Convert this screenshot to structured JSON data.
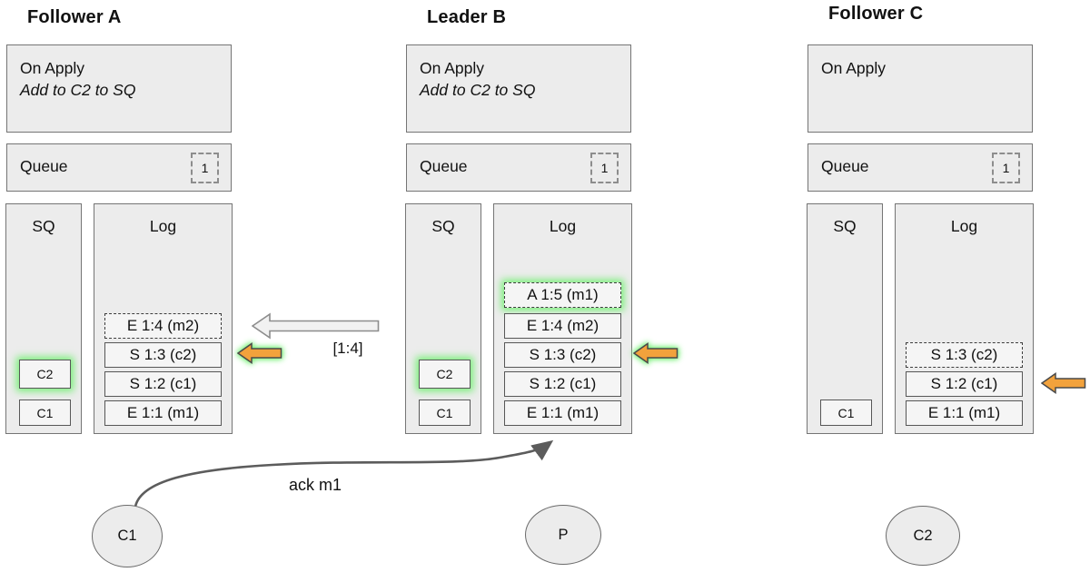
{
  "nodes": [
    {
      "title": "Follower A",
      "on_apply": {
        "title": "On Apply",
        "rule": "Add to C2 to SQ"
      },
      "queue": {
        "label": "Queue",
        "badge": "1"
      },
      "sq": {
        "label": "SQ",
        "items": [
          {
            "label": "C2",
            "highlight": true
          },
          {
            "label": "C1",
            "highlight": false
          }
        ]
      },
      "log": {
        "label": "Log",
        "entries": [
          {
            "label": "E 1:4 (m2)",
            "style": "dashed"
          },
          {
            "label": "S 1:3 (c2)",
            "style": "solid"
          },
          {
            "label": "S 1:2 (c1)",
            "style": "solid"
          },
          {
            "label": "E 1:1 (m1)",
            "style": "solid"
          }
        ]
      }
    },
    {
      "title": "Leader B",
      "on_apply": {
        "title": "On Apply",
        "rule": "Add to C2 to SQ"
      },
      "queue": {
        "label": "Queue",
        "badge": "1"
      },
      "sq": {
        "label": "SQ",
        "items": [
          {
            "label": "C2",
            "highlight": true
          },
          {
            "label": "C1",
            "highlight": false
          }
        ]
      },
      "log": {
        "label": "Log",
        "entries": [
          {
            "label": "A 1:5 (m1)",
            "style": "dashed-glow"
          },
          {
            "label": "E 1:4 (m2)",
            "style": "solid"
          },
          {
            "label": "S 1:3 (c2)",
            "style": "solid"
          },
          {
            "label": "S 1:2 (c1)",
            "style": "solid"
          },
          {
            "label": "E 1:1 (m1)",
            "style": "solid"
          }
        ]
      }
    },
    {
      "title": "Follower C",
      "on_apply": {
        "title": "On Apply"
      },
      "queue": {
        "label": "Queue",
        "badge": "1"
      },
      "sq": {
        "label": "SQ",
        "items": [
          {
            "label": "C1",
            "highlight": false
          }
        ]
      },
      "log": {
        "label": "Log",
        "entries": [
          {
            "label": "S 1:3 (c2)",
            "style": "dashed"
          },
          {
            "label": "S 1:2 (c1)",
            "style": "solid"
          },
          {
            "label": "E 1:1 (m1)",
            "style": "solid"
          }
        ]
      }
    }
  ],
  "arrows": {
    "replicate_label": "[1:4]",
    "ack_label": "ack m1"
  },
  "actors": [
    {
      "label": "C1"
    },
    {
      "label": "P"
    },
    {
      "label": "C2"
    }
  ],
  "colors": {
    "arrow_orange": "#f2a23c",
    "glow_green": "#79ef79",
    "box_fill": "#ececec",
    "entry_fill": "#f5f5f5",
    "border_gray": "#757575",
    "curve_gray": "#5c5c5c"
  }
}
